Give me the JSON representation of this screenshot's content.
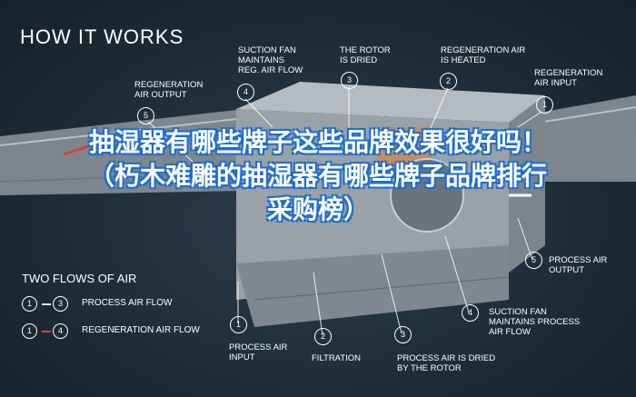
{
  "title": "HOW IT WORKS",
  "callouts": [
    {
      "num": "5",
      "label": "REGENERATION\nAIR OUTPUT"
    },
    {
      "num": "4",
      "label": "SUCTION FAN\nMAINTAINS\nREG. AIR FLOW"
    },
    {
      "num": "3",
      "label": "THE ROTOR\nIS DRIED"
    },
    {
      "num": "2",
      "label": "REGENERATION AIR\nIS HEATED"
    },
    {
      "num": "1",
      "label": "REGENERATION\nAIR INPUT"
    },
    {
      "num": "5",
      "label": "PROCESS AIR\nOUTPUT"
    },
    {
      "num": "4",
      "label": "SUCTION FAN\nMAINTAINS PROCESS\nAIR FLOW"
    },
    {
      "num": "1",
      "label": "PROCESS AIR\nINPUT"
    },
    {
      "num": "2",
      "label": "FILTRATION"
    },
    {
      "num": "3",
      "label": "PROCESS AIR IS DRIED\nBY THE ROTOR"
    }
  ],
  "flows": {
    "title": "TWO FLOWS OF AIR",
    "items": [
      {
        "from": "1",
        "to": "3",
        "label": "PROCESS AIR FLOW",
        "color": "#e8e8e8"
      },
      {
        "from": "1",
        "to": "4",
        "label": "REGENERATION AIR FLOW",
        "color": "#e23b3b"
      }
    ]
  },
  "overlay_text": "抽湿器有哪些牌子这些品牌效果很好吗！（朽木难雕的抽湿器有哪些牌子品牌排行采购榜）"
}
